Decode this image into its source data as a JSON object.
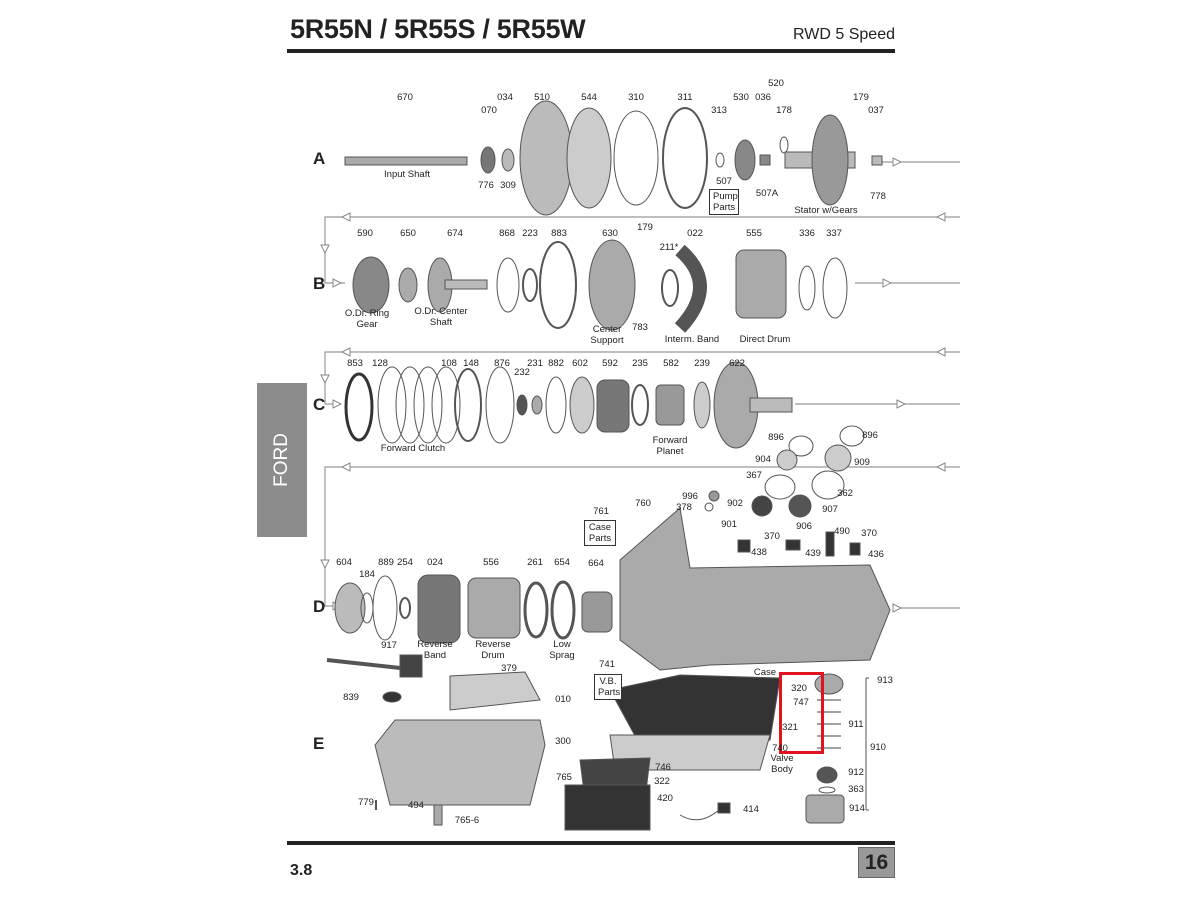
{
  "header": {
    "title": "5R55N / 5R55S / 5R55W",
    "subtitle": "RWD 5 Speed"
  },
  "side_tab": "FORD",
  "footer": {
    "section": "3.8",
    "page": "16"
  },
  "rows": {
    "a": "A",
    "b": "B",
    "c": "C",
    "d": "D",
    "e": "E"
  },
  "parts": {
    "p670": "670",
    "p070": "070",
    "p034": "034",
    "p510": "510",
    "p544": "544",
    "p310": "310",
    "p311": "311",
    "p313": "313",
    "p530": "530",
    "p036": "036",
    "p520": "520",
    "p178": "178",
    "p179a": "179",
    "p037": "037",
    "p776": "776",
    "p309": "309",
    "p507": "507",
    "p507a": "507A",
    "p778": "778",
    "p590": "590",
    "p650": "650",
    "p674": "674",
    "p868": "868",
    "p223": "223",
    "p883": "883",
    "p630": "630",
    "p179b": "179",
    "p211": "211*",
    "p022": "022",
    "p555": "555",
    "p336": "336",
    "p337": "337",
    "p783": "783",
    "p853": "853",
    "p128": "128",
    "p108": "108",
    "p148": "148",
    "p876": "876",
    "p231": "231",
    "p232": "232",
    "p882": "882",
    "p602": "602",
    "p592": "592",
    "p235": "235",
    "p582": "582",
    "p239": "239",
    "p622": "622",
    "p896a": "896",
    "p896b": "896",
    "p904": "904",
    "p909": "909",
    "p367": "367",
    "p362": "362",
    "p902": "902",
    "p907": "907",
    "p996": "996",
    "p378": "378",
    "p760": "760",
    "p761": "761",
    "p901": "901",
    "p906": "906",
    "p370a": "370",
    "p490": "490",
    "p370b": "370",
    "p438": "438",
    "p439": "439",
    "p436": "436",
    "p604": "604",
    "p184": "184",
    "p889": "889",
    "p254": "254",
    "p024": "024",
    "p556": "556",
    "p261": "261",
    "p654": "654",
    "p664": "664",
    "p917": "917",
    "p379": "379",
    "p741": "741",
    "p320": "320",
    "p747": "747",
    "p321": "321",
    "p913": "913",
    "p911": "911",
    "p910": "910",
    "p740": "740",
    "p839": "839",
    "p010": "010",
    "p300": "300",
    "p746": "746",
    "p322": "322",
    "p765": "765",
    "p420": "420",
    "p414": "414",
    "p779": "779",
    "p494": "494",
    "p7656": "765-6",
    "p912": "912",
    "p363": "363",
    "p914": "914"
  },
  "captions": {
    "input_shaft": "Input Shaft",
    "pump_parts": "Pump Parts",
    "stator": "Stator w/Gears",
    "odr_ring_gear": "O.Dr. Ring Gear",
    "odr_center_shaft": "O.Dr. Center Shaft",
    "center_support": "Center Support",
    "interm_band": "Interm. Band",
    "direct_drum": "Direct Drum",
    "forward_clutch": "Forward Clutch",
    "forward_planet": "Forward Planet",
    "case_parts": "Case Parts",
    "reverse_band": "Reverse Band",
    "reverse_drum": "Reverse Drum",
    "low_sprag": "Low Sprag",
    "vb_parts": "V.B. Parts",
    "case": "Case",
    "valve_body": "Valve Body"
  }
}
